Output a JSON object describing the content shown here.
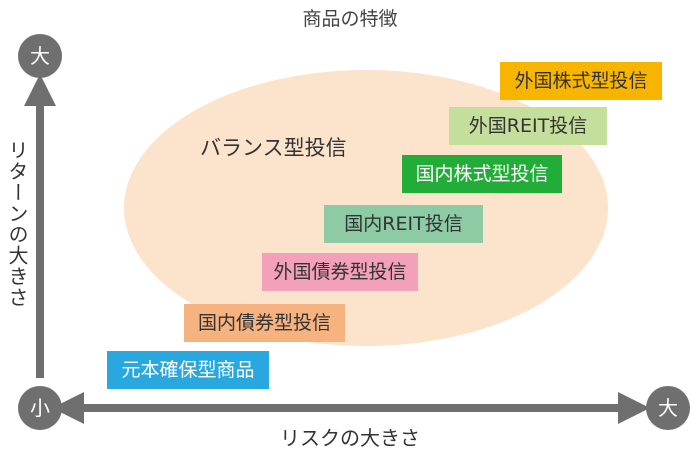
{
  "title": "商品の特徴",
  "balance_label": "バランス型投信",
  "axes": {
    "y_label": "リターンの大きさ",
    "x_label": "リスクの大きさ",
    "y_top": "大",
    "origin": "小",
    "x_right": "大"
  },
  "products": [
    {
      "label": "元本確保型商品",
      "color": "#29a8e0"
    },
    {
      "label": "国内債券型投信",
      "color": "#f6b37f"
    },
    {
      "label": "外国債券型投信",
      "color": "#f3a0ba"
    },
    {
      "label": "国内REIT投信",
      "color": "#8ccba4"
    },
    {
      "label": "国内株式型投信",
      "color": "#22ac38"
    },
    {
      "label": "外国REIT投信",
      "color": "#c4df9b"
    },
    {
      "label": "外国株式型投信",
      "color": "#f8b500"
    }
  ]
}
